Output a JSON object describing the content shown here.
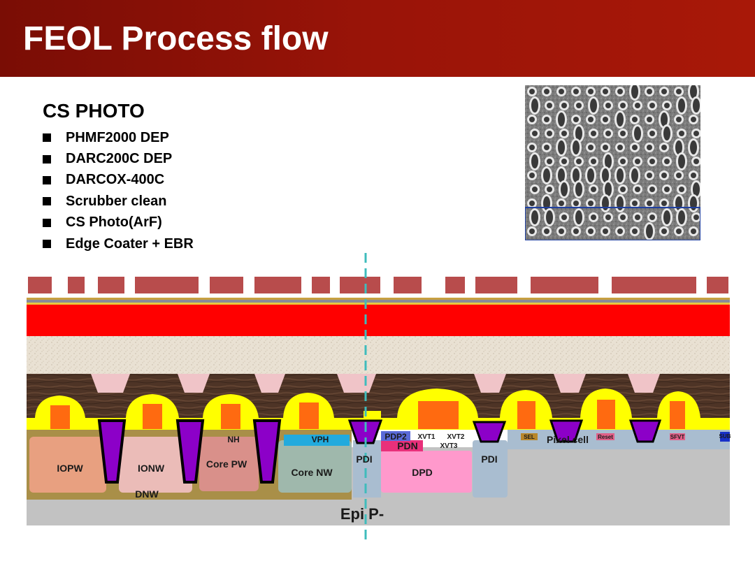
{
  "header": {
    "title": "FEOL Process flow"
  },
  "section": {
    "title": "CS PHOTO"
  },
  "steps": [
    "PHMF2000 DEP",
    "DARC200C DEP",
    "DARCOX-400C",
    "Scrubber clean",
    "CS Photo(ArF)",
    "Edge Coater + EBR"
  ],
  "diagram": {
    "regions": {
      "iopw": "IOPW",
      "ionw": "IONW",
      "core_pw": "Core PW",
      "core_nw": "Core NW",
      "dnw": "DNW",
      "pdi_left": "PDI",
      "pdi_right": "PDI",
      "dpd": "DPD",
      "pdn": "PDN",
      "pdp2": "PDP2",
      "xvt1": "XVT1",
      "xvt2": "XVT2",
      "xvt3": "XVT3",
      "nh": "NH",
      "vph": "VPH",
      "sel": "SEL",
      "reset": "Reset",
      "sfvt": "SFVT",
      "sub": "SUB",
      "pixel_cell": "Pixel cell",
      "epi": "Epi P-"
    },
    "colors": {
      "photoresist": "#b84c4c",
      "darc": "#ff0000",
      "hardmask": "#e8e0d2",
      "ild": "#4e3426",
      "spacer": "#ffff00",
      "gate": "#ff6a10",
      "sti": "#8c00c8",
      "iopw": "#e8a080",
      "dpd": "#ff99cc",
      "epi": "#c2c2c2"
    }
  }
}
